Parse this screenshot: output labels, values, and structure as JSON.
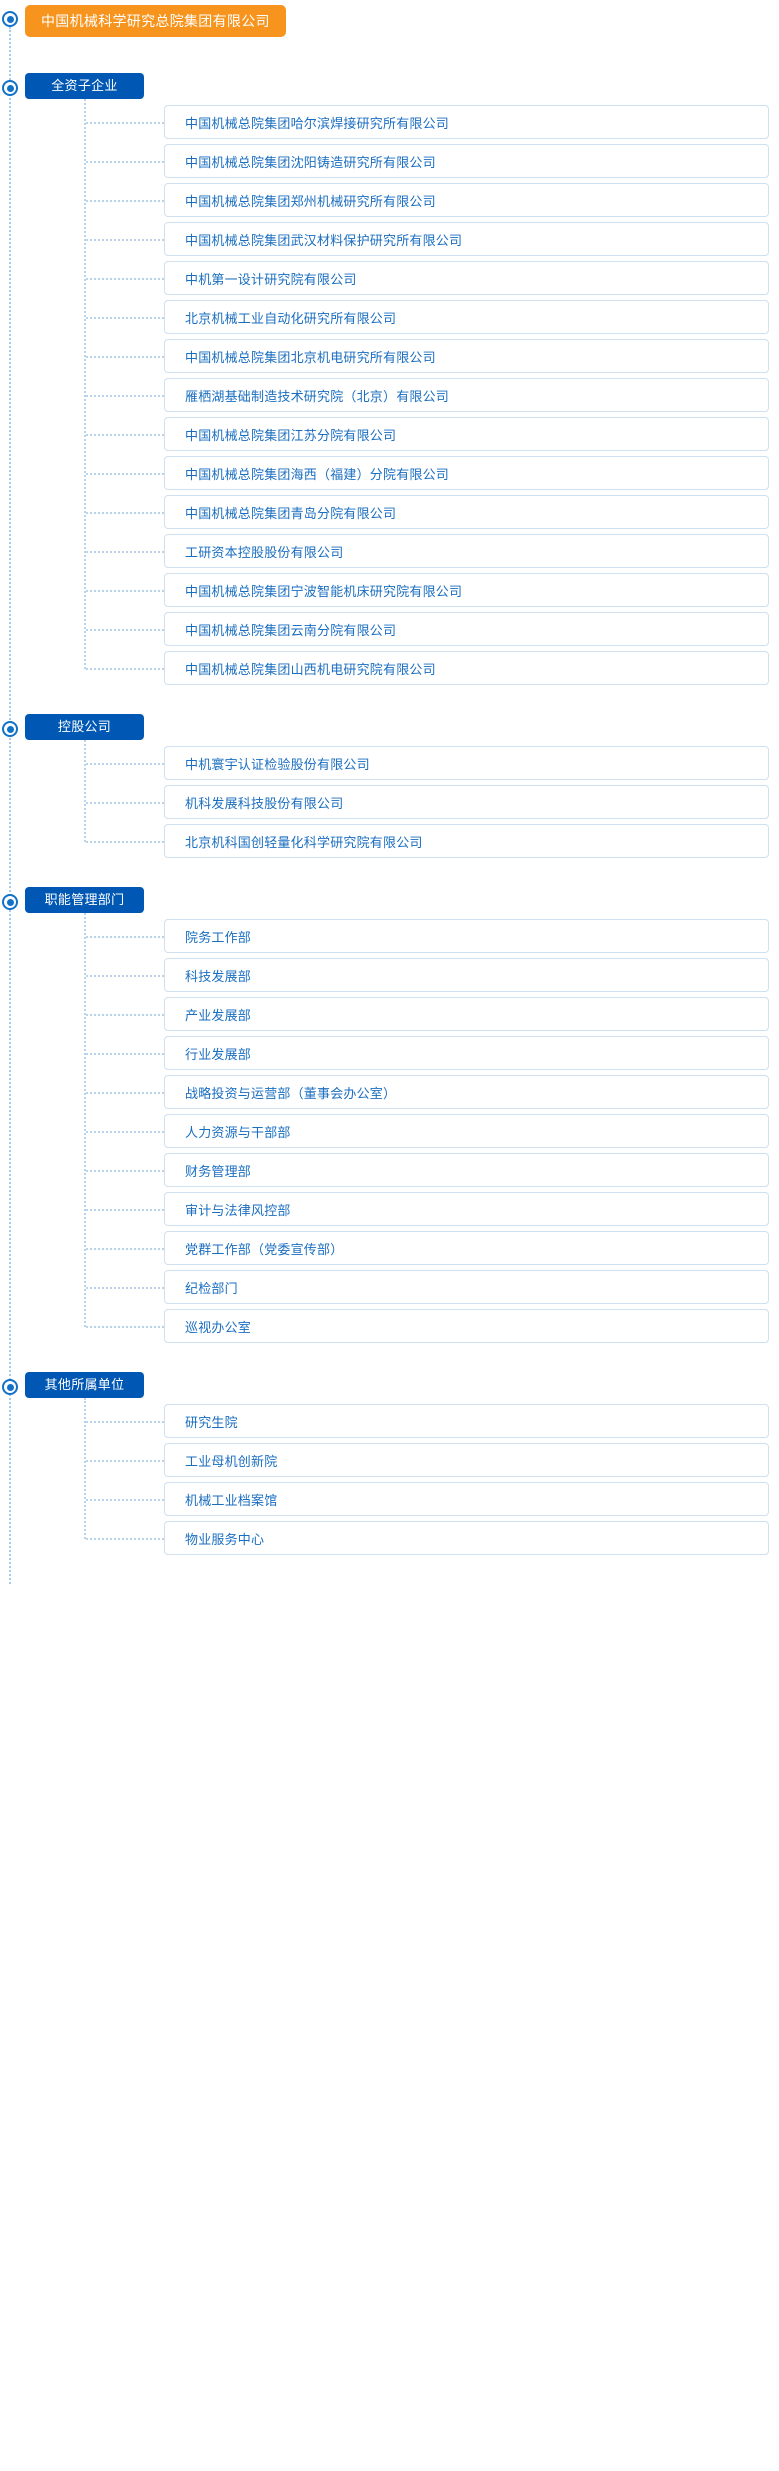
{
  "root": {
    "label": "中国机械科学研究总院集团有限公司",
    "color": "#f7941d"
  },
  "theme": {
    "tag_blue": "#0058b4",
    "item_border": "#cfe0f0",
    "item_text": "#1a6ec0",
    "line": "#b9d3ea"
  },
  "groups": [
    {
      "label": "全资子企业",
      "items": [
        {
          "label": "中国机械总院集团哈尔滨焊接研究所有限公司"
        },
        {
          "label": "中国机械总院集团沈阳铸造研究所有限公司"
        },
        {
          "label": "中国机械总院集团郑州机械研究所有限公司"
        },
        {
          "label": "中国机械总院集团武汉材料保护研究所有限公司"
        },
        {
          "label": "中机第一设计研究院有限公司"
        },
        {
          "label": "北京机械工业自动化研究所有限公司"
        },
        {
          "label": "中国机械总院集团北京机电研究所有限公司"
        },
        {
          "label": "雁栖湖基础制造技术研究院（北京）有限公司"
        },
        {
          "label": "中国机械总院集团江苏分院有限公司"
        },
        {
          "label": "中国机械总院集团海西（福建）分院有限公司"
        },
        {
          "label": "中国机械总院集团青岛分院有限公司"
        },
        {
          "label": "工研资本控股股份有限公司"
        },
        {
          "label": "中国机械总院集团宁波智能机床研究院有限公司"
        },
        {
          "label": "中国机械总院集团云南分院有限公司"
        },
        {
          "label": "中国机械总院集团山西机电研究院有限公司"
        }
      ]
    },
    {
      "label": "控股公司",
      "items": [
        {
          "label": "中机寰宇认证检验股份有限公司"
        },
        {
          "label": "机科发展科技股份有限公司"
        },
        {
          "label": "北京机科国创轻量化科学研究院有限公司"
        }
      ]
    },
    {
      "label": "职能管理部门",
      "items": [
        {
          "label": "院务工作部"
        },
        {
          "label": "科技发展部"
        },
        {
          "label": "产业发展部"
        },
        {
          "label": "行业发展部"
        },
        {
          "label": "战略投资与运营部（董事会办公室）"
        },
        {
          "label": "人力资源与干部部"
        },
        {
          "label": "财务管理部"
        },
        {
          "label": "审计与法律风控部"
        },
        {
          "label": "党群工作部（党委宣传部）"
        },
        {
          "label": "纪检部门"
        },
        {
          "label": "巡视办公室"
        }
      ]
    },
    {
      "label": "其他所属单位",
      "items": [
        {
          "label": "研究生院"
        },
        {
          "label": "工业母机创新院"
        },
        {
          "label": "机械工业档案馆"
        },
        {
          "label": "物业服务中心"
        }
      ]
    }
  ]
}
